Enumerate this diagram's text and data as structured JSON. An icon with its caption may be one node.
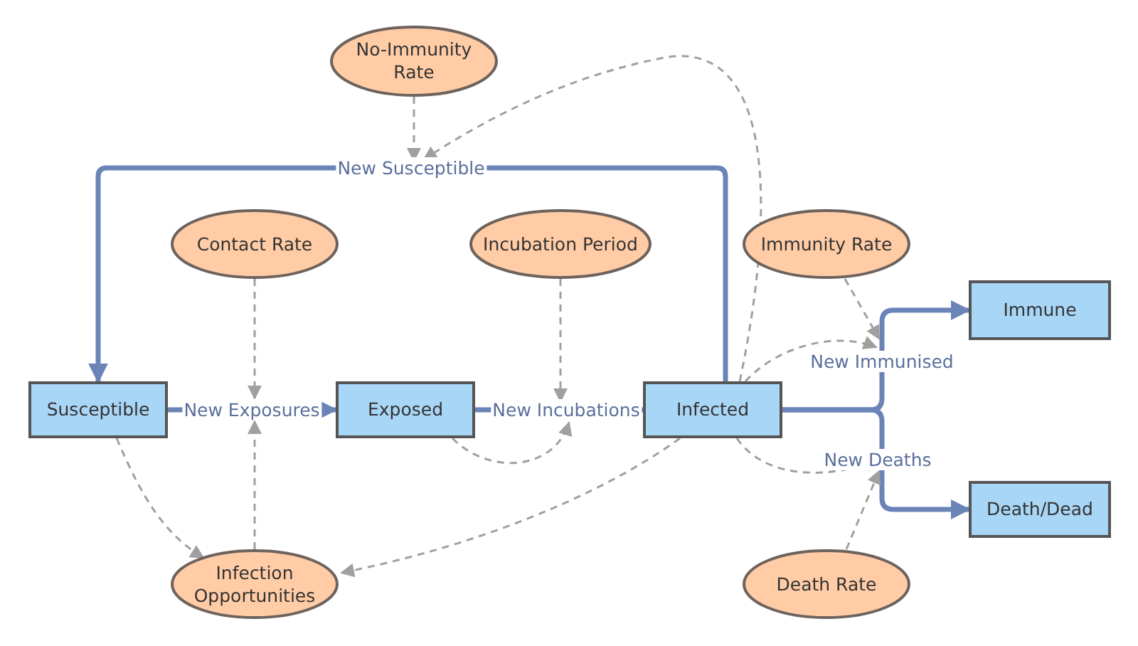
{
  "diagram": {
    "nodes": [
      {
        "text": [
          "No-Immunity Rate"
        ]
      },
      {
        "text": [
          "Contact Rate"
        ]
      },
      {
        "text": [
          "Incubation Period"
        ]
      },
      {
        "text": [
          "Immunity Rate"
        ]
      },
      {
        "text": [
          "Immune"
        ]
      },
      {
        "text": [
          "Susceptible"
        ]
      },
      {
        "text": [
          "Exposed"
        ]
      },
      {
        "text": [
          "Infected"
        ]
      },
      {
        "text": [
          "Death/Dead"
        ]
      },
      {
        "text": [
          "Infection Opportunities"
        ]
      },
      {
        "text": [
          "Death Rate"
        ]
      }
    ],
    "edges": [
      {
        "from": 7,
        "to": 5,
        "arrow": "to",
        "label": "New Susceptible",
        "style": "thick",
        "color": "#6b84b8"
      },
      {
        "from": 5,
        "to": 6,
        "arrow": "to",
        "label": "New Exposures",
        "style": "thick",
        "color": "#6b84b8"
      },
      {
        "from": 6,
        "to": 7,
        "arrow": "to",
        "label": "New Incubations",
        "style": "thick",
        "color": "#6b84b8"
      },
      {
        "from": 7,
        "to": 4,
        "arrow": "to",
        "label": "New Immunised",
        "style": "thick",
        "color": "#6b84b8"
      },
      {
        "from": 7,
        "to": 8,
        "arrow": "to",
        "label": "New Deaths",
        "style": "thick",
        "color": "#6b84b8"
      },
      {
        "from": 0,
        "to": null,
        "arrow": "to",
        "style": "dashed"
      },
      {
        "from": 7,
        "to": null,
        "arrow": "to",
        "style": "dashed"
      },
      {
        "from": 1,
        "to": null,
        "arrow": "to",
        "style": "dashed"
      },
      {
        "from": 9,
        "to": null,
        "arrow": "to",
        "style": "dashed"
      },
      {
        "from": 2,
        "to": null,
        "arrow": "to",
        "style": "dashed"
      },
      {
        "from": 6,
        "to": null,
        "arrow": "to",
        "style": "dashed"
      },
      {
        "from": 3,
        "to": null,
        "arrow": "to",
        "style": "dashed"
      },
      {
        "from": 7,
        "to": null,
        "arrow": "to",
        "style": "dashed"
      },
      {
        "from": 7,
        "to": null,
        "arrow": "to",
        "style": "dashed"
      },
      {
        "from": 10,
        "to": null,
        "arrow": "to",
        "style": "dashed"
      },
      {
        "from": 5,
        "to": 9,
        "arrow": "to",
        "style": "dashed"
      },
      {
        "from": 7,
        "to": 9,
        "arrow": "to",
        "style": "dashed"
      }
    ]
  }
}
